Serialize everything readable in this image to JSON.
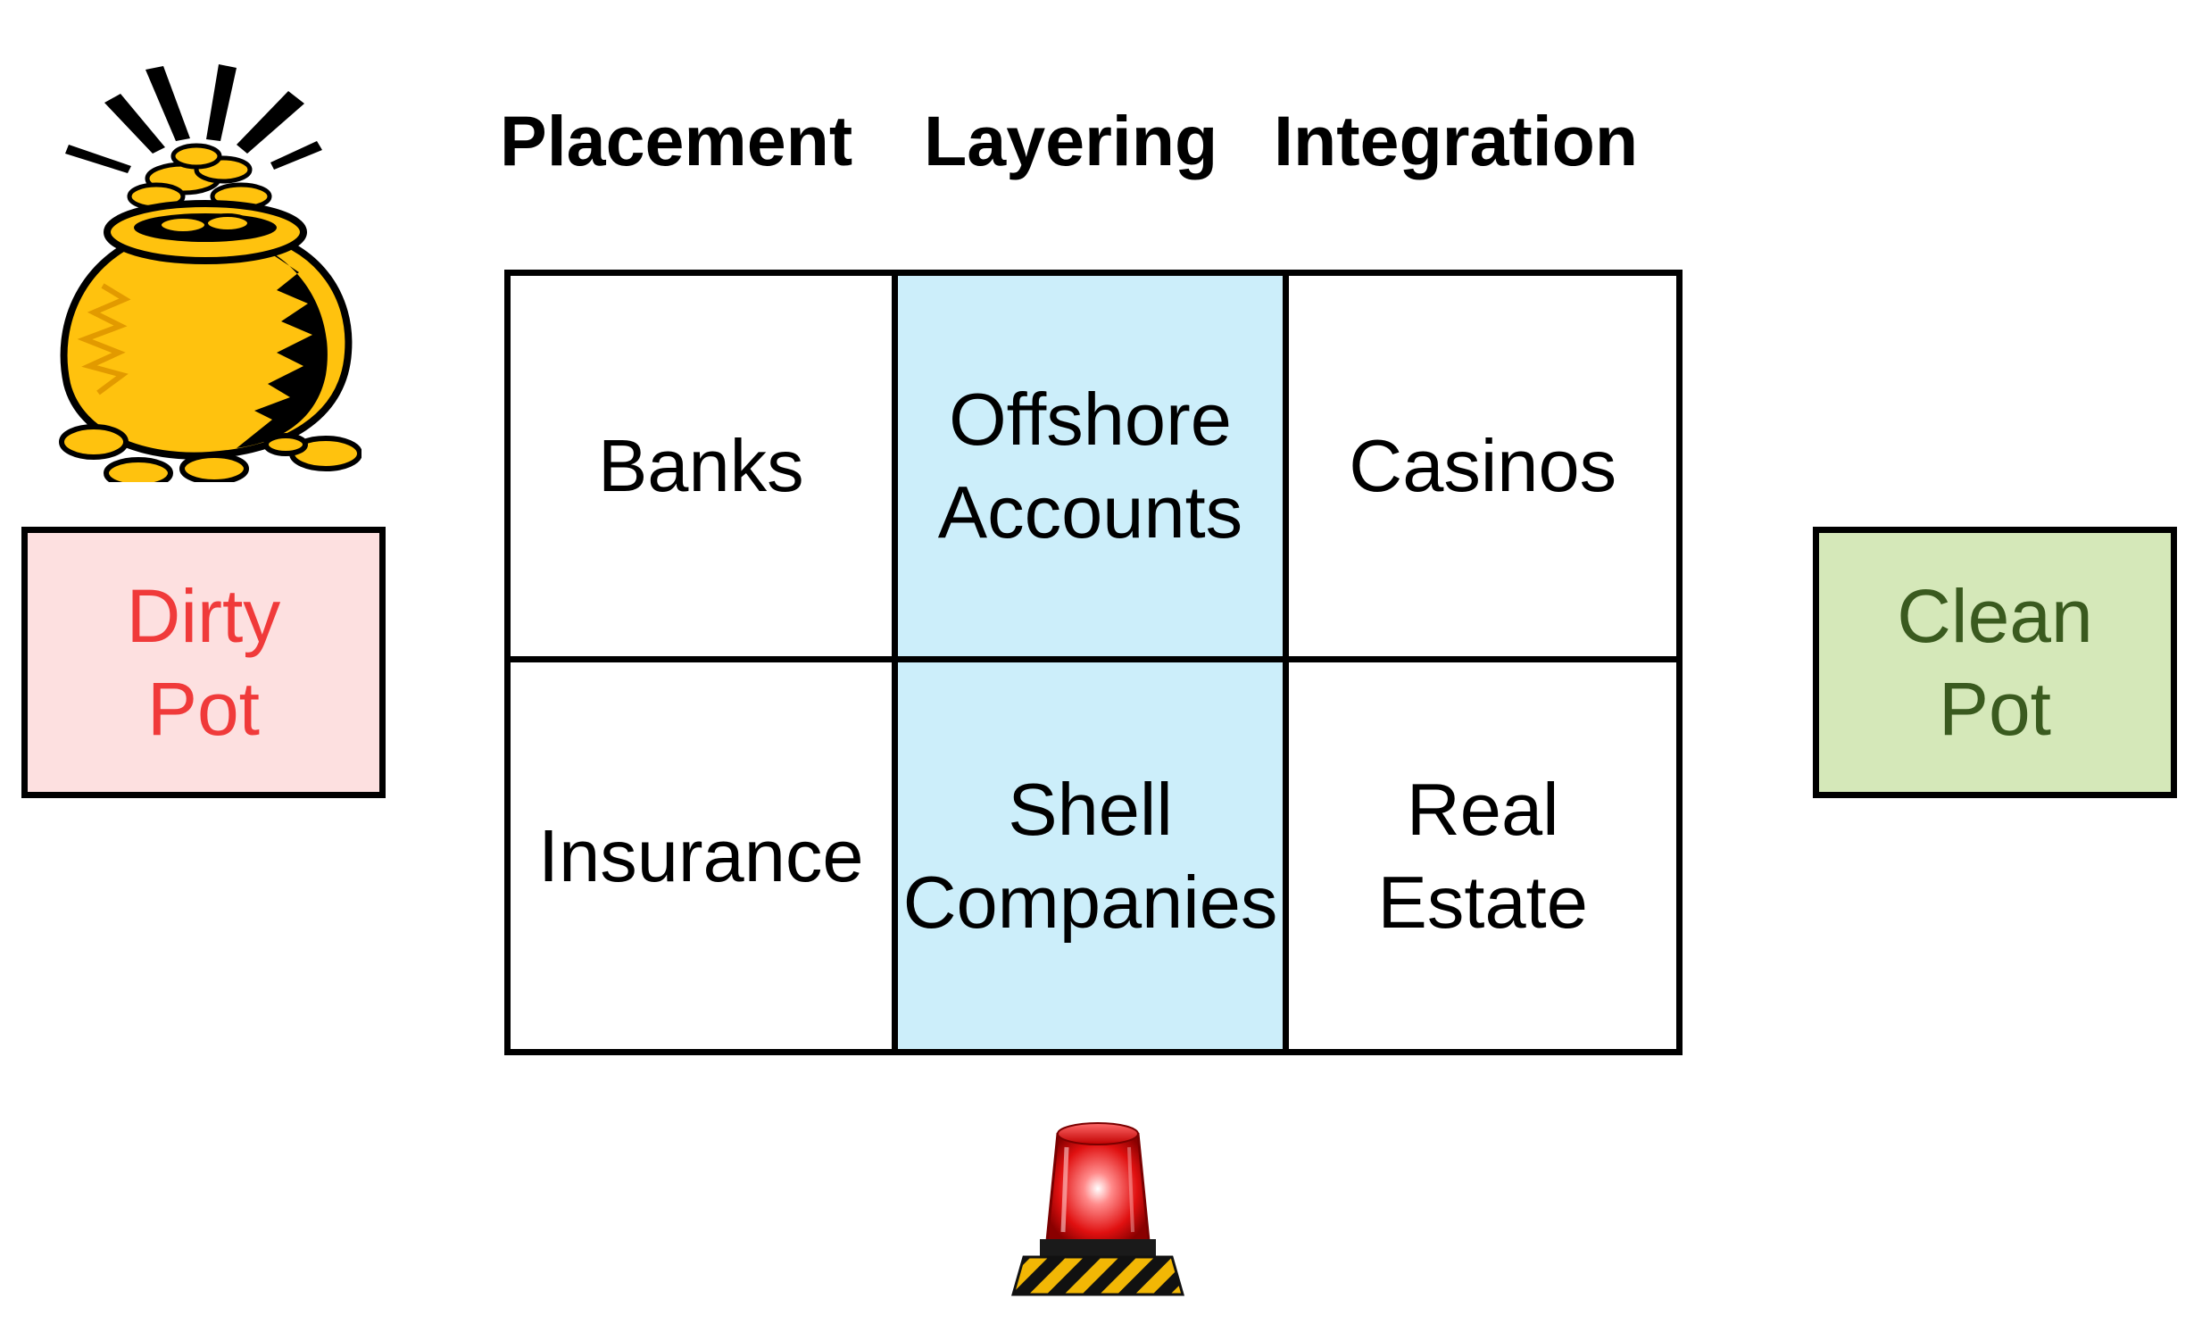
{
  "headers": {
    "placement": "Placement",
    "layering": "Layering",
    "integration": "Integration"
  },
  "grid": {
    "cells": [
      [
        "Banks",
        "Offshore\nAccounts",
        "Casinos"
      ],
      [
        "Insurance",
        "Shell\nCompanies",
        "Real\nEstate"
      ]
    ]
  },
  "dirty_pot": {
    "label": "Dirty\nPot"
  },
  "clean_pot": {
    "label": "Clean\nPot"
  },
  "icons": {
    "money_pot": "pot-of-gold-icon",
    "alarm": "siren-icon"
  },
  "colors": {
    "layering_column_bg": "#cceefa",
    "dirty_pot_bg": "#fde0e0",
    "dirty_pot_text": "#f03a3a",
    "clean_pot_bg": "#d5e8b9",
    "clean_pot_text": "#3a5a1f",
    "gold": "#ffc20e",
    "siren_red": "#e01010"
  }
}
